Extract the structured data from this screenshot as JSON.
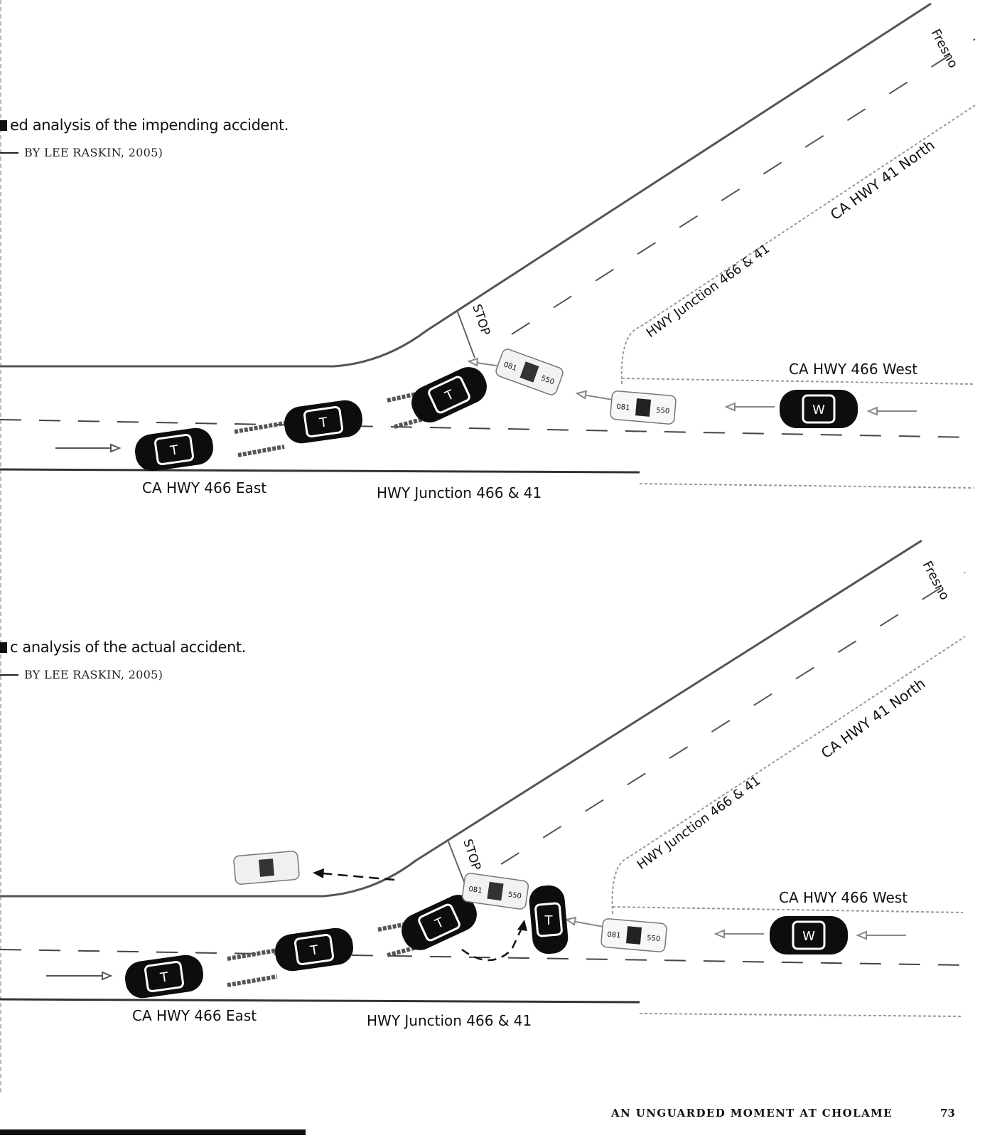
{
  "panels": [
    {
      "caption": "ed analysis of the impending accident.",
      "credit": "BY LEE RASKIN, 2005)",
      "labels": {
        "fresno": "Fresno",
        "hwy41_north": "CA HWY 41 North",
        "junction_diag": "HWY Junction 466 & 41",
        "stop": "STOP",
        "hwy466_west": "CA HWY 466 West",
        "hwy466_east": "CA HWY 466 East",
        "junction_bottom": "HWY Junction 466 & 41"
      },
      "car_marks": {
        "t": "T",
        "w": "W",
        "p550": "550",
        "p081": "081"
      }
    },
    {
      "caption": "c analysis of the actual accident.",
      "credit": "BY LEE RASKIN, 2005)",
      "labels": {
        "fresno": "Fresno",
        "hwy41_north": "CA HWY 41 North",
        "junction_diag": "HWY Junction 466 & 41",
        "stop": "STOP",
        "hwy466_west": "CA HWY 466 West",
        "hwy466_east": "CA HWY 466 East",
        "junction_bottom": "HWY Junction 466 & 41"
      },
      "car_marks": {
        "t": "T",
        "w": "W",
        "p550": "550",
        "p081": "081"
      }
    }
  ],
  "footer": {
    "title": "AN UNGUARDED MOMENT AT CHOLAME",
    "page_number": "73"
  },
  "colors": {
    "ink": "#111111",
    "road_gray": "#9a9a9a",
    "car_body": "#0d0d0d",
    "background": "#ffffff"
  }
}
